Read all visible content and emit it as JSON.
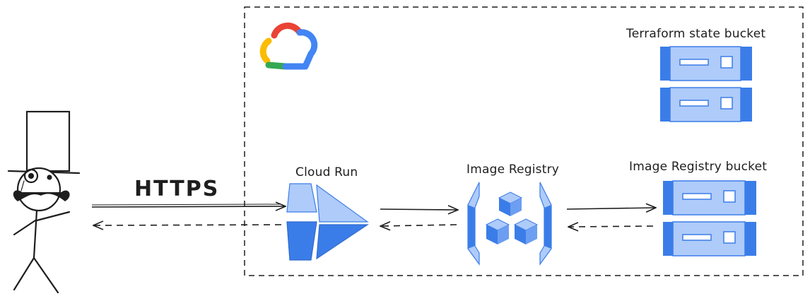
{
  "labels": {
    "protocol": "HTTPS",
    "cloud_run": "Cloud Run",
    "image_registry": "Image Registry",
    "image_registry_bucket": "Image Registry bucket",
    "terraform_bucket": "Terraform state bucket"
  },
  "icons": {
    "user": "stick-figure-with-top-hat-icon",
    "cloud": "google-cloud-logo-icon",
    "run": "cloud-run-icon",
    "registry": "artifact-registry-icon",
    "bucket": "storage-bucket-icon"
  },
  "colors": {
    "stroke": "#1e1e1e",
    "blue_dark": "#3b7de8",
    "blue_light": "#aecbfa",
    "blue_mid": "#6c9ef2",
    "google_red": "#ea4335",
    "google_yellow": "#fbbc04",
    "google_green": "#34a853",
    "google_blue": "#4285f4"
  }
}
